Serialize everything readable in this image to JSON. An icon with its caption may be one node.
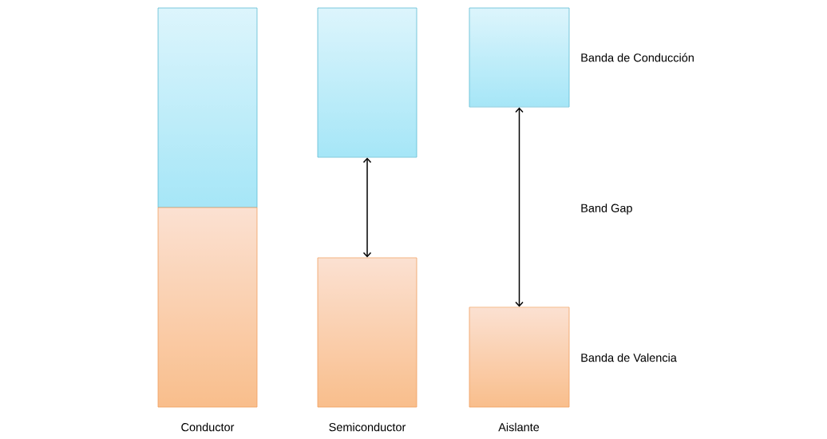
{
  "diagram": {
    "nodes": [
      {
        "text": [],
        "shape": "box"
      },
      {
        "text": [],
        "shape": "box"
      },
      {
        "text": [],
        "shape": "box"
      },
      {
        "text": [],
        "shape": "box"
      },
      {
        "text": [],
        "shape": "box"
      },
      {
        "text": [],
        "shape": "box"
      }
    ],
    "edges": [
      {
        "from": 2,
        "to": 3,
        "arrow": "both"
      },
      {
        "from": 4,
        "to": 5,
        "arrow": "both"
      }
    ],
    "labels": [
      "Banda de Conducción",
      "Band Gap",
      "Banda de Valencia",
      "Conductor",
      "Semiconductor",
      "Aislante"
    ]
  }
}
